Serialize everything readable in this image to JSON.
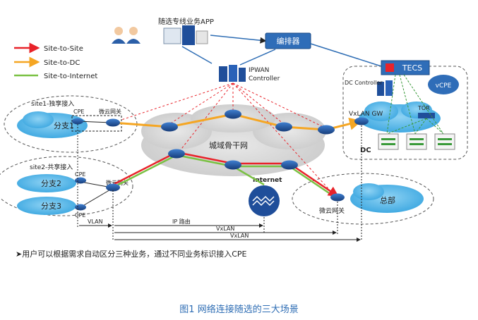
{
  "app": {
    "title": "随选专线业务APP"
  },
  "orchestrator": {
    "label": "编排器"
  },
  "legend": {
    "site_to_site": "Site-to-Site",
    "site_to_dc": "Site-to-DC",
    "site_to_internet": "Site-to-Internet"
  },
  "ipwan": {
    "line1": "IPWAN",
    "line2": "Controller"
  },
  "tecs": {
    "label": "TECS"
  },
  "dc": {
    "controller": "DC Controller",
    "vcpe": "vCPE",
    "vxlan_gw": "VxLAN GW",
    "tor": "TOR",
    "label": "DC"
  },
  "site1": {
    "title": "site1-独享接入",
    "branch": "分支1",
    "cpe": "CPE",
    "gateway": "微云网关"
  },
  "site2": {
    "title": "site2-共享接入",
    "branch2": "分支2",
    "branch3": "分支3",
    "cpe1": "CPE",
    "cpe2": "CPE",
    "gateway": "微云网关"
  },
  "backbone": {
    "label": "城域骨干网"
  },
  "internet": {
    "label": "Internet"
  },
  "hq": {
    "label": "总部",
    "gateway": "微云网关"
  },
  "ranges": {
    "vlan": "VLAN",
    "ip_route": "IP 路由",
    "vxlan1": "VxLAN",
    "vxlan2": "VxLAN"
  },
  "note": "➤用户可以根据需求自动区分三种业务，通过不同业务标识接入CPE",
  "caption": "图1  网络连接随选的三大场景",
  "colors": {
    "red": "#e8232a",
    "orange": "#f5a623",
    "green": "#7ac143",
    "router": "#1f4e9a",
    "accent": "#2e6db4"
  }
}
